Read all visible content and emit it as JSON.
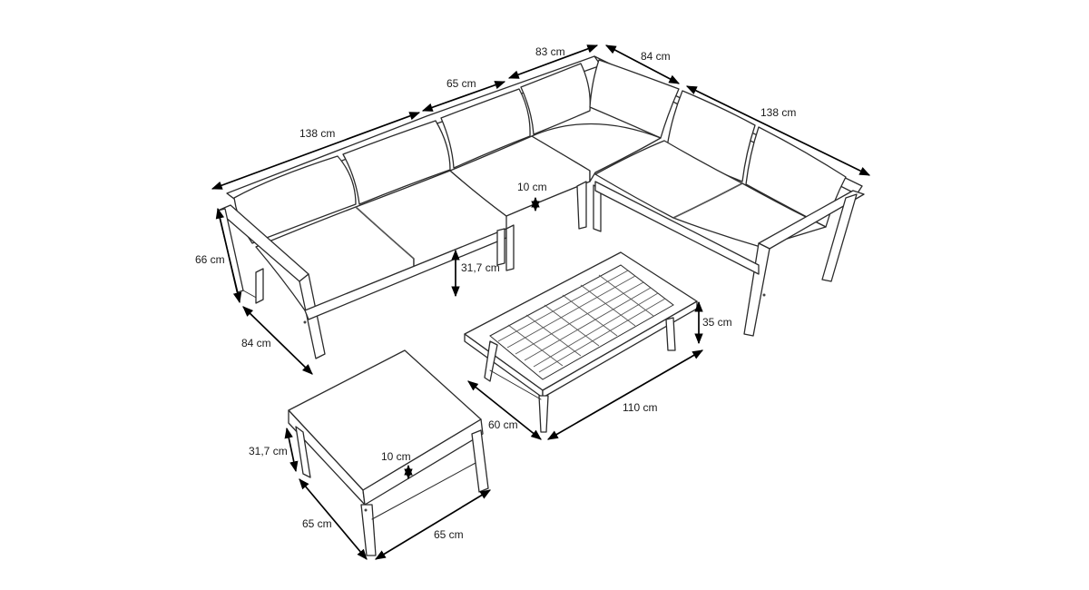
{
  "dimensions": {
    "sofa_left_length": "138 cm",
    "middle_module_length": "65 cm",
    "corner_left_width": "83 cm",
    "corner_right_width": "84 cm",
    "sofa_right_length": "138 cm",
    "sofa_height": "66 cm",
    "sofa_depth": "84 cm",
    "seat_cushion_thickness": "10 cm",
    "seat_height": "31,7 cm",
    "table_height": "35 cm",
    "table_length": "110 cm",
    "table_width": "60 cm",
    "ottoman_height": "31,7 cm",
    "ottoman_cushion_thickness": "10 cm",
    "ottoman_depth": "65 cm",
    "ottoman_width": "65 cm"
  },
  "colors": {
    "line": "#2b2b2b",
    "dimension_arrow": "#000000",
    "background": "#ffffff"
  }
}
